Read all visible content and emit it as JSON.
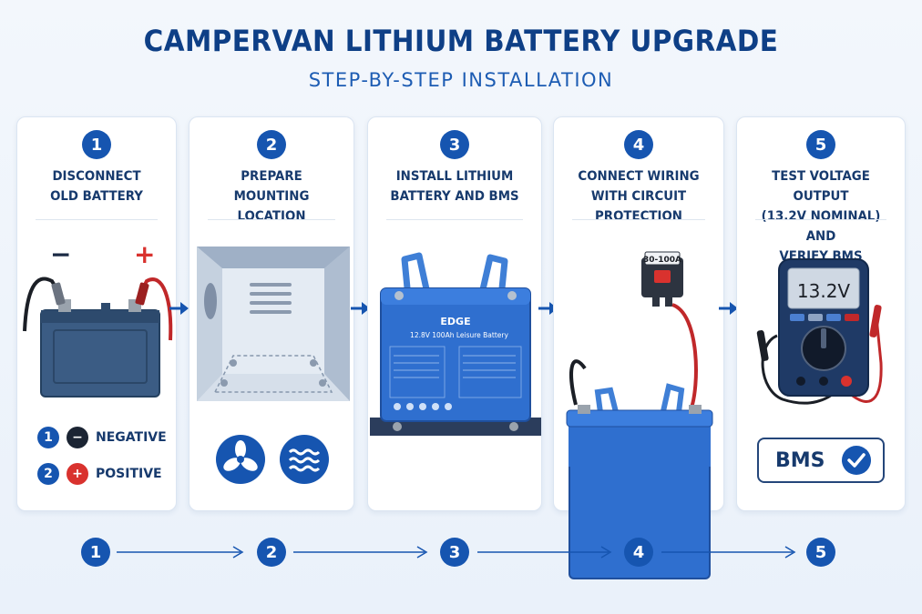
{
  "title": "CAMPERVAN LITHIUM BATTERY UPGRADE",
  "subtitle": "STEP-BY-STEP INSTALLATION",
  "colors": {
    "primary": "#1655b0",
    "navy": "#173a6d",
    "battery_blue": "#2f6fcf",
    "red": "#d9322e",
    "card_bg": "#ffffff"
  },
  "steps": [
    {
      "number": "1",
      "title_lines": [
        "DISCONNECT",
        "OLD BATTERY"
      ]
    },
    {
      "number": "2",
      "title_lines": [
        "PREPARE MOUNTING",
        "LOCATION"
      ]
    },
    {
      "number": "3",
      "title_lines": [
        "INSTALL LITHIUM",
        "BATTERY AND BMS"
      ]
    },
    {
      "number": "4",
      "title_lines": [
        "CONNECT WIRING",
        "WITH CIRCUIT",
        "PROTECTION"
      ]
    },
    {
      "number": "5",
      "title_lines": [
        "TEST VOLTAGE OUTPUT",
        "(13.2V NOMINAL) AND",
        "VERIFY BMS RESPONSE"
      ]
    }
  ],
  "step1": {
    "minus_sign": "−",
    "plus_sign": "+",
    "legend": [
      {
        "order": "1",
        "symbol": "−",
        "label": "NEGATIVE"
      },
      {
        "order": "2",
        "symbol": "+",
        "label": "POSITIVE"
      }
    ]
  },
  "step2": {
    "icons": [
      "fan-icon",
      "airflow-icon"
    ]
  },
  "step3": {
    "brand": "EDGE",
    "spec": "12.8V 100Ah Leisure Battery"
  },
  "step4": {
    "fuse_label": "30-100A"
  },
  "step5": {
    "meter_reading": "13.2V",
    "bms_label": "BMS",
    "status_icon": "check-icon"
  },
  "timeline": [
    "1",
    "2",
    "3",
    "4",
    "5"
  ]
}
